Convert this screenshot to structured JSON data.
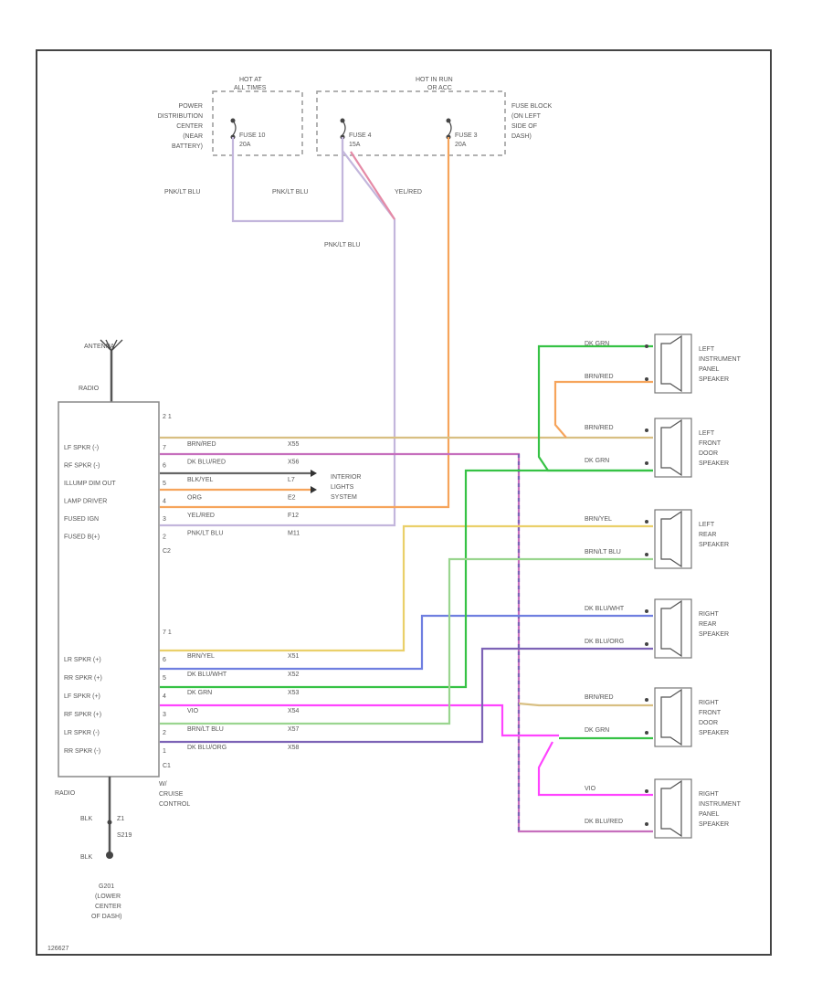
{
  "power": {
    "hot_at_all_times": [
      "HOT AT",
      "ALL TIMES"
    ],
    "hot_in_run": [
      "HOT IN RUN",
      "OR ACC"
    ],
    "pdc_label": [
      "POWER",
      "DISTRIBUTION",
      "CENTER",
      "(NEAR",
      "BATTERY)"
    ],
    "fuse_block_label": [
      "FUSE BLOCK",
      "(ON LEFT",
      "SIDE OF",
      "DASH)"
    ],
    "fuse_10": [
      "FUSE 10",
      "20A"
    ],
    "fuse_4": [
      "FUSE 4",
      "15A"
    ],
    "fuse_3": [
      "FUSE 3",
      "20A"
    ]
  },
  "wire_labels": {
    "pk_lt_blu_1": "PNK/LT BLU",
    "pk_lt_blu_2": "PNK/LT BLU",
    "yel_red": "YEL/RED",
    "pk_lt_blu_3": "PNK/LT BLU"
  },
  "antenna": {
    "label": "ANTENNA",
    "radio_ref": "RADIO"
  },
  "radio": {
    "c2_pins_top": "2   1",
    "c2_label": "C2",
    "c2_pins": [
      {
        "pin": "7",
        "name": "LF SPKR (-)",
        "color": "BRN/RED",
        "circuit": "X55"
      },
      {
        "pin": "6",
        "name": "RF SPKR (-)",
        "color": "DK BLU/RED",
        "circuit": "X56"
      },
      {
        "pin": "5",
        "name": "ILLUMP DIM OUT",
        "color": "BLK/YEL",
        "circuit": "L7"
      },
      {
        "pin": "4",
        "name": "LAMP DRIVER",
        "color": "ORG",
        "circuit": "E2"
      },
      {
        "pin": "3",
        "name": "FUSED IGN",
        "color": "YEL/RED",
        "circuit": "F12"
      },
      {
        "pin": "2",
        "name": "FUSED B(+)",
        "color": "PNK/LT BLU",
        "circuit": "M11"
      }
    ],
    "c1_pins_top": "7   1",
    "c1_label": "C1",
    "c1_pins": [
      {
        "pin": "6",
        "name": "LR SPKR (+)",
        "color": "BRN/YEL",
        "circuit": "X51"
      },
      {
        "pin": "5",
        "name": "RR SPKR (+)",
        "color": "DK BLU/WHT",
        "circuit": "X52"
      },
      {
        "pin": "4",
        "name": "LF SPKR (+)",
        "color": "DK GRN",
        "circuit": "X53"
      },
      {
        "pin": "3",
        "name": "RF SPKR (+)",
        "color": "VIO",
        "circuit": "X54"
      },
      {
        "pin": "2",
        "name": "LR SPKR (-)",
        "color": "BRN/LT BLU",
        "circuit": "X57"
      },
      {
        "pin": "1",
        "name": "RR SPKR (-)",
        "color": "DK BLU/ORG",
        "circuit": "X58"
      }
    ],
    "ground_text": "RADIO",
    "cruise": [
      "W/",
      "CRUISE",
      "CONTROL"
    ]
  },
  "interior_lights": [
    "INTERIOR",
    "LIGHTS",
    "SYSTEM"
  ],
  "ground": {
    "blk_1": "BLK",
    "z1_1": "Z1",
    "blk_2": "BLK",
    "splice": "S219",
    "location": [
      "G201",
      "(LOWER",
      "CENTER",
      "OF DASH)"
    ]
  },
  "speakers": [
    {
      "name": [
        "LEFT",
        "INSTRUMENT",
        "PANEL",
        "SPEAKER"
      ],
      "w1": "DK GRN",
      "w2": "BRN/RED"
    },
    {
      "name": [
        "LEFT",
        "FRONT",
        "DOOR",
        "SPEAKER"
      ],
      "w1": "BRN/RED",
      "w2": "DK GRN"
    },
    {
      "name": [
        "LEFT",
        "REAR",
        "SPEAKER"
      ],
      "w1": "BRN/YEL",
      "w2": "BRN/LT BLU"
    },
    {
      "name": [
        "RIGHT",
        "REAR",
        "SPEAKER"
      ],
      "w1": "DK BLU/WHT",
      "w2": "DK BLU/ORG"
    },
    {
      "name": [
        "RIGHT",
        "FRONT",
        "DOOR",
        "SPEAKER"
      ],
      "w1": "BRN/RED",
      "w2": "DK GRN"
    },
    {
      "name": [
        "RIGHT",
        "INSTRUMENT",
        "PANEL",
        "SPEAKER"
      ],
      "w1": "VIO",
      "w2": "DK BLU/RED"
    }
  ],
  "figure_id": "126627",
  "colors": {
    "orange": "#f6a45b",
    "brn_red": "#d8bf82",
    "pink_blu": "#c3b6dc",
    "pink": "#e58aa6",
    "violet_stripe": "#c66fbd",
    "green": "#36c245",
    "light_green": "#9ad58f",
    "yellow": "#ead06a",
    "blue": "#6f7fe0",
    "purple": "#7d63b6",
    "magenta": "#ff44ff"
  }
}
